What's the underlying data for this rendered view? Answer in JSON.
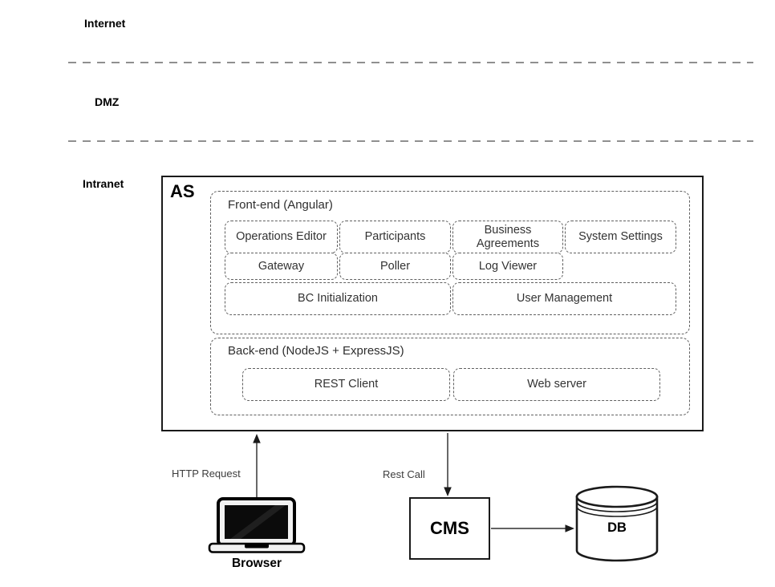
{
  "zones": {
    "internet_label": "Internet",
    "dmz_label": "DMZ",
    "intranet_label": "Intranet"
  },
  "app_server": {
    "title": "AS",
    "frontend": {
      "title": "Front-end (Angular)",
      "modules_row1": [
        "Operations Editor",
        "Participants",
        "Business Agreements",
        "System Settings"
      ],
      "modules_row2": [
        "Gateway",
        "Poller",
        "Log Viewer"
      ],
      "modules_row3": [
        "BC Initialization",
        "User Management"
      ]
    },
    "backend": {
      "title": "Back-end (NodeJS + ExpressJS)",
      "modules": [
        "REST Client",
        "Web server"
      ]
    }
  },
  "external_nodes": {
    "browser_label": "Browser",
    "cms_label": "CMS",
    "db_label": "DB"
  },
  "connections": {
    "browser_to_as": "HTTP Request",
    "as_to_cms": "Rest Call"
  },
  "colors": {
    "dashed_border": "#5f5f5f",
    "solid_border": "#1a1a1a",
    "zone_line": "#8f8f8f",
    "arrow": "#4d4d4d"
  }
}
